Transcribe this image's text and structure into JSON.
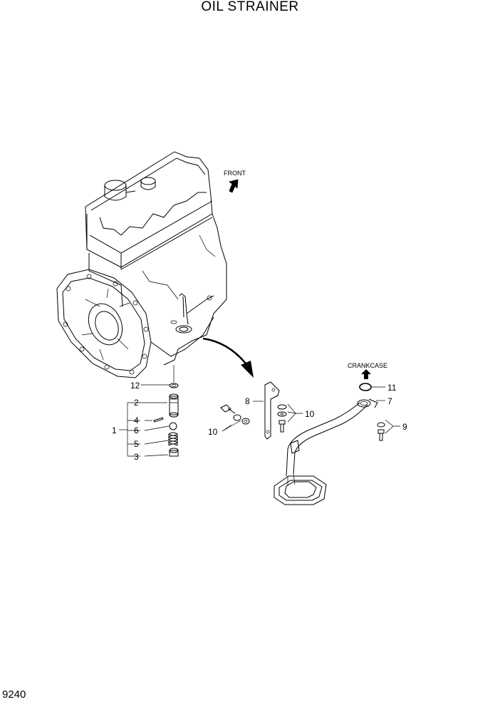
{
  "title": "OIL STRAINER",
  "page_code": "9240",
  "annotations": {
    "front": "FRONT",
    "crankcase": "CRANKCASE"
  },
  "callouts": {
    "c1": "1",
    "c2": "2",
    "c3": "3",
    "c4": "4",
    "c5": "5",
    "c6": "6",
    "c7": "7",
    "c8": "8",
    "c9": "9",
    "c10a": "10",
    "c10b": "10",
    "c11": "11",
    "c12": "12"
  }
}
